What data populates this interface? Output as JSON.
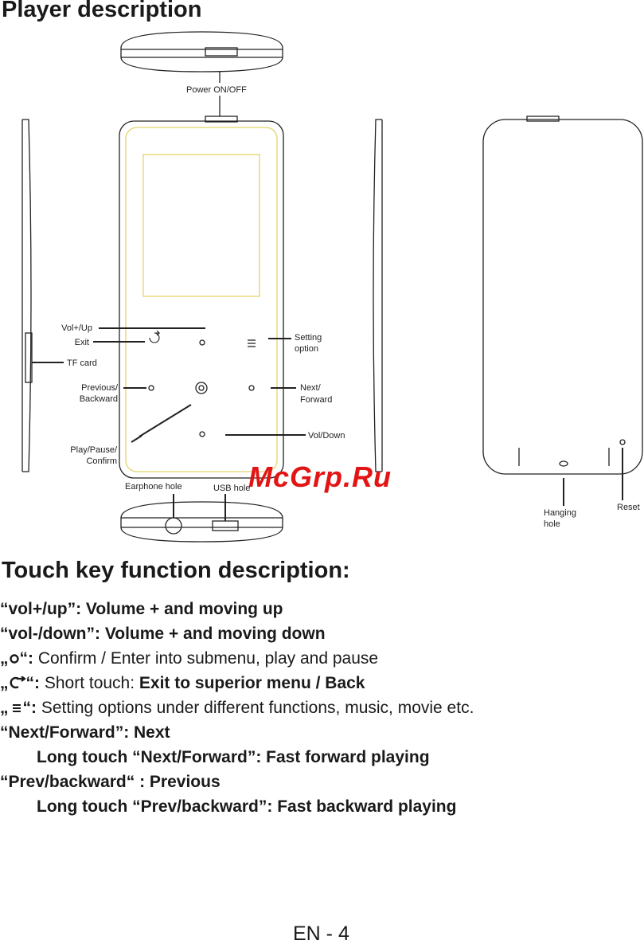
{
  "title": "Player description",
  "labels": {
    "power": "Power ON/OFF",
    "vol_up": "Vol+/Up",
    "exit": "Exit",
    "tf_card": "TF card",
    "setting": [
      "Setting",
      "option"
    ],
    "previous": [
      "Previous/",
      "Backward"
    ],
    "next": [
      "Next/",
      "Forward"
    ],
    "vol_down": "Vol/Down",
    "play": [
      "Play/Pause/",
      "Confirm"
    ],
    "earphone": "Earphone hole",
    "usb": "USB hole",
    "hanging": [
      "Hanging",
      "hole"
    ],
    "reset": "Reset"
  },
  "watermark": "McGrp.Ru",
  "section_title": "Touch key function description:",
  "functions": {
    "line1": "“vol+/up”: Volume + and moving up",
    "line2": "“vol-/down”: Volume + and moving down",
    "line3_prefix": "„",
    "line3_suffix": "“:",
    "line3_text": " Confirm / Enter into submenu, play and pause",
    "line4_prefix": "„",
    "line4_suffix": "“:",
    "line4_text1": " Short touch: ",
    "line4_text2": "Exit to superior menu / Back",
    "line5_prefix": "„",
    "line5_suffix": "“:",
    "line5_text": " Setting options under different functions, music, movie etc.",
    "line6": "“Next/Forward”: Next",
    "line7": "Long touch “Next/Forward”: Fast forward playing",
    "line8": "“Prev/backward“ : Previous",
    "line9": "Long touch “Prev/backward”: Fast backward playing"
  },
  "page_number": "EN - 4",
  "icons": [
    "circle-icon",
    "back-arrow-icon",
    "menu-lines-icon"
  ],
  "colors": {
    "screen_outline": "#e3d36a",
    "line": "#222222",
    "watermark": "#e31414"
  }
}
